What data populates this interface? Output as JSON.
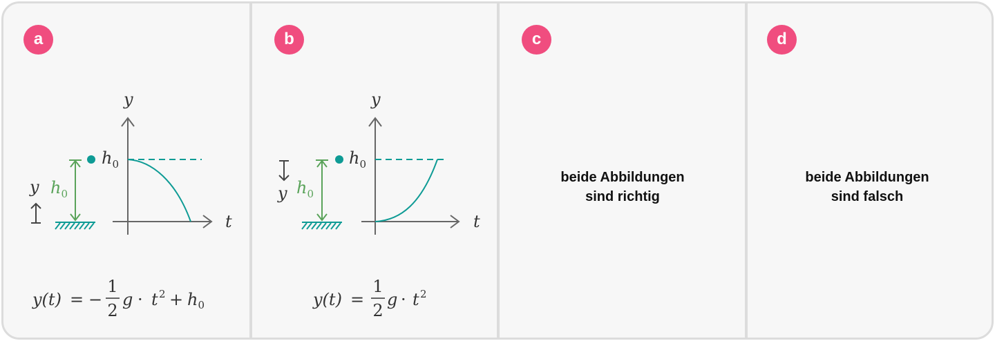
{
  "panels": [
    {
      "id": "a",
      "badge": "a",
      "diagram": {
        "axis_x_label": "t",
        "axis_y_label": "y",
        "height_label": "h",
        "height_subscript": "0",
        "side_label": "y",
        "side_arrow_direction": "up",
        "curve": "falling"
      },
      "formula": {
        "lhs": "y(t)",
        "eq": "=",
        "minus": "−",
        "frac_num": "1",
        "frac_den": "2",
        "g": "g",
        "dot1": "·",
        "t": "t",
        "exp": "2",
        "plus": "+",
        "h": "h",
        "h_sub": "0"
      }
    },
    {
      "id": "b",
      "badge": "b",
      "diagram": {
        "axis_x_label": "t",
        "axis_y_label": "y",
        "height_label": "h",
        "height_subscript": "0",
        "side_label": "y",
        "side_arrow_direction": "down",
        "curve": "rising"
      },
      "formula": {
        "lhs": "y(t)",
        "eq": "=",
        "frac_num": "1",
        "frac_den": "2",
        "g": "g",
        "dot1": "·",
        "t": "t",
        "exp": "2"
      }
    },
    {
      "id": "c",
      "badge": "c",
      "answer_line1": "beide Abbildungen",
      "answer_line2": "sind richtig"
    },
    {
      "id": "d",
      "badge": "d",
      "answer_line1": "beide Abbildungen",
      "answer_line2": "sind falsch"
    }
  ],
  "colors": {
    "badge": "#f04d7f",
    "teal": "#0e9b95",
    "green": "#5aa35a",
    "axis": "#666666",
    "border": "#dcdcdc",
    "background": "#f7f7f7"
  }
}
